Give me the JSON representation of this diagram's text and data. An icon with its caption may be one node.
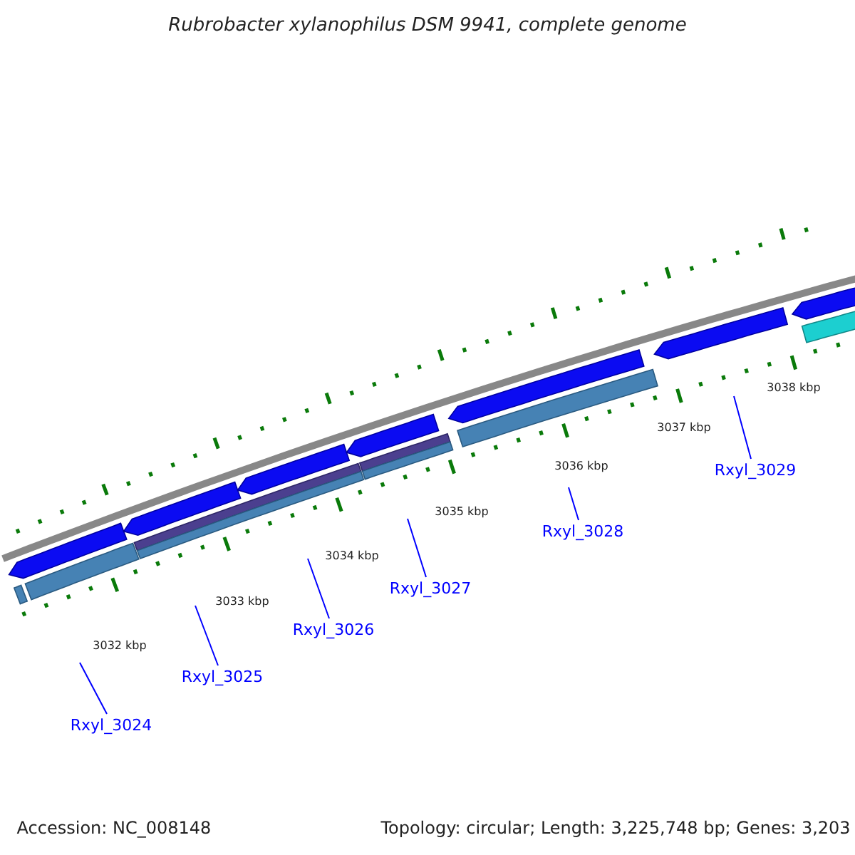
{
  "diagram": {
    "title": "Rubrobacter xylanophilus DSM 9941, complete genome",
    "nodes": [
      {
        "text": [
          "Rxyl_3024"
        ]
      },
      {
        "text": [
          "Rxyl_3025"
        ]
      },
      {
        "text": [
          "Rxyl_3026"
        ]
      },
      {
        "text": [
          "Rxyl_3027"
        ]
      },
      {
        "text": [
          "Rxyl_3028"
        ]
      },
      {
        "text": [
          "Rxyl_3029"
        ]
      }
    ],
    "edges": [
      {
        "from": 0,
        "to": null,
        "arrow": "none"
      },
      {
        "from": 1,
        "to": null,
        "arrow": "none"
      },
      {
        "from": 2,
        "to": null,
        "arrow": "none"
      },
      {
        "from": 3,
        "to": null,
        "arrow": "none"
      },
      {
        "from": 4,
        "to": null,
        "arrow": "none"
      },
      {
        "from": 5,
        "to": null,
        "arrow": "none"
      }
    ],
    "labels": [
      "3032 kbp",
      "3033 kbp",
      "3034 kbp",
      "3035 kbp",
      "3036 kbp",
      "3037 kbp",
      "3038 kbp",
      "Accession: NC_008148",
      "Topology: circular; Length: 3,225,748 bp; Genes: 3,203"
    ]
  }
}
